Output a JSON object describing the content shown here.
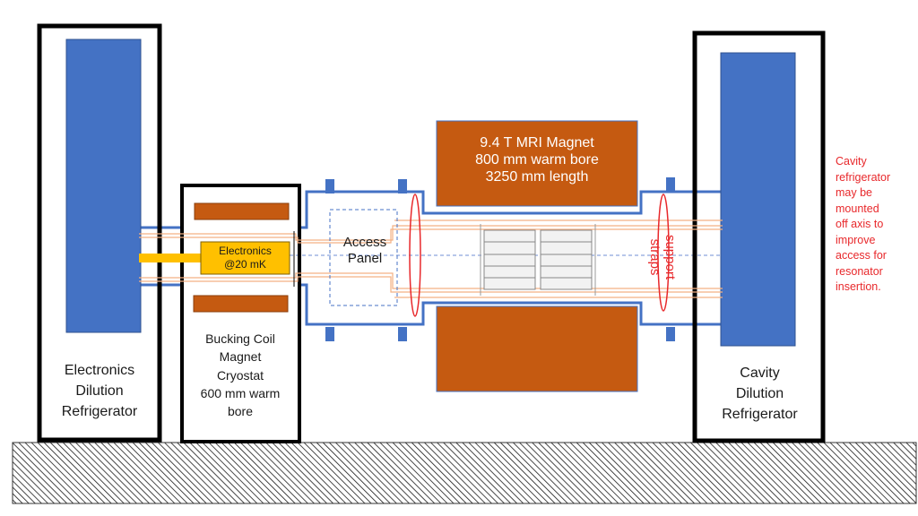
{
  "magnet": {
    "lines": [
      "9.4 T MRI Magnet",
      "800 mm warm bore",
      "3250 mm length"
    ]
  },
  "electronics_box": {
    "lines": [
      "Electronics",
      "@20 mK"
    ]
  },
  "access_panel": {
    "lines": [
      "Access",
      "Panel"
    ]
  },
  "support_straps": {
    "lines": [
      "support",
      "straps"
    ]
  },
  "bucking_coil": {
    "lines": [
      "Bucking Coil",
      "Magnet",
      "Cryostat",
      "600 mm warm",
      "bore"
    ]
  },
  "left_fridge": {
    "lines": [
      "Electronics",
      "Dilution",
      "Refrigerator"
    ]
  },
  "right_fridge": {
    "lines": [
      "Cavity",
      "Dilution",
      "Refrigerator"
    ]
  },
  "note": {
    "lines": [
      "Cavity",
      "refrigerator",
      "may be",
      "mounted",
      "off axis to",
      "improve",
      "access for",
      "resonator",
      "insertion."
    ]
  },
  "colors": {
    "fridge_blue": "#4472c4",
    "magnet_orange": "#c55a11",
    "electronics_yellow": "#ffc000",
    "note_red": "#e8282b",
    "wire_orange": "#f4b183",
    "axis_blue": "#6f8fd6"
  }
}
